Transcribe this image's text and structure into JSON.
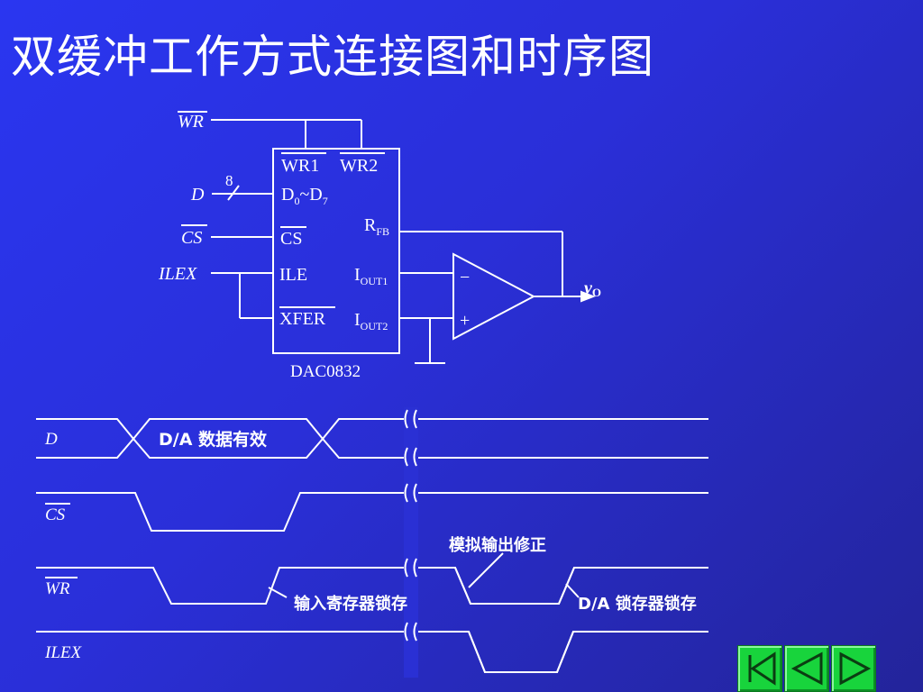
{
  "slide": {
    "title": "双缓冲工作方式连接图和时序图"
  },
  "circuit": {
    "chip_name": "DAC0832",
    "inputs": {
      "wr": "WR",
      "d": "D",
      "bus_width": "8",
      "cs": "CS",
      "ilex": "ILEX"
    },
    "pins": {
      "wr1": "WR1",
      "wr2": "WR2",
      "d_prefix": "D",
      "d_sub0": "0",
      "d_tilde": "~D",
      "d_sub7": "7",
      "cs": "CS",
      "ile": "ILE",
      "xfer": "XFER",
      "rfb": "R",
      "rfb_sub": "FB",
      "iout1": "I",
      "iout1_sub": "OUT1",
      "iout2": "I",
      "iout2_sub": "OUT2"
    },
    "opamp": {
      "minus": "−",
      "plus": "+"
    },
    "output": {
      "label": "v",
      "sub": "O"
    }
  },
  "timing": {
    "signals": {
      "d": "D",
      "cs": "CS",
      "wr": "WR",
      "ilex": "ILEX"
    },
    "annotations": {
      "data_valid": "D/A 数据有效",
      "analog_update": "模拟输出修正",
      "input_latch": "输入寄存器锁存",
      "da_latch": "D/A 锁存器锁存"
    }
  },
  "navigation": {
    "first_icon": "first-page-icon",
    "prev_icon": "previous-page-icon",
    "next_icon": "next-page-icon",
    "color": "#18d43c"
  }
}
